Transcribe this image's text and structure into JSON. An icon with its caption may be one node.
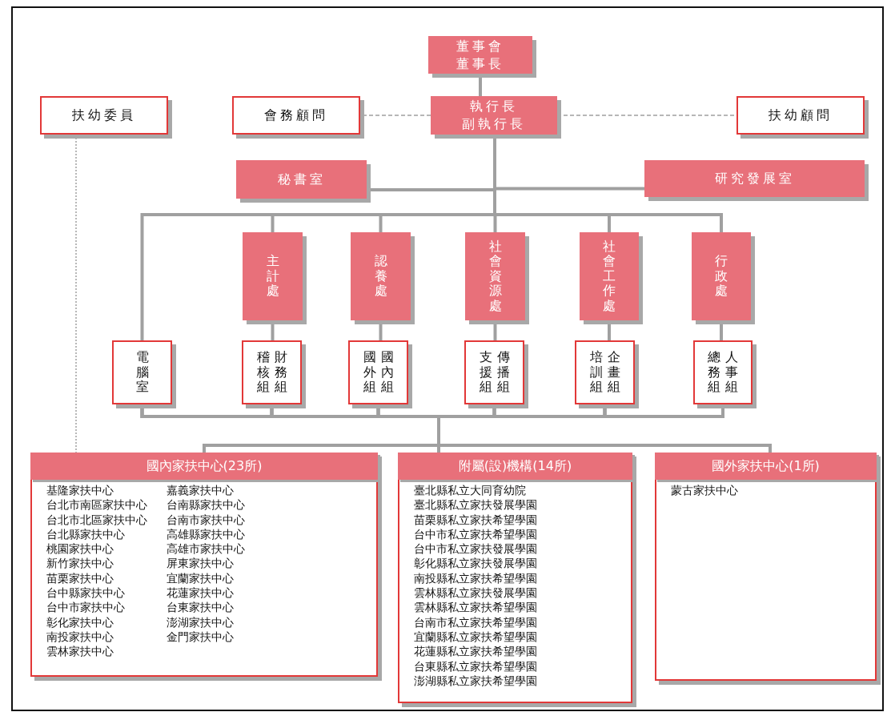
{
  "diagram": {
    "nodes": [
      {
        "text": [
          "董事會",
          "董事長"
        ]
      },
      {
        "text": [
          "扶幼委員"
        ]
      },
      {
        "text": [
          "會務顧問"
        ]
      },
      {
        "text": [
          "執行長",
          "副執行長"
        ]
      },
      {
        "text": [
          "扶幼顧問"
        ]
      },
      {
        "text": [
          "秘書室"
        ]
      },
      {
        "text": [
          "研究發展室"
        ]
      },
      {
        "text": [
          "主計處"
        ]
      },
      {
        "text": [
          "認養處"
        ]
      },
      {
        "text": [
          "社會資源處"
        ]
      },
      {
        "text": [
          "社會工作處"
        ]
      },
      {
        "text": [
          "行政處"
        ]
      },
      {
        "text": [
          "電腦室"
        ]
      },
      {
        "text": [
          "稽核組",
          "財務組"
        ]
      },
      {
        "text": [
          "國外組",
          "國內組"
        ]
      },
      {
        "text": [
          "支援組",
          "傳播組"
        ]
      },
      {
        "text": [
          "培訓組",
          "企畫組"
        ]
      },
      {
        "text": [
          "總務組",
          "人事組"
        ]
      },
      {
        "text": [
          "國內家扶中心(23所)",
          "基隆家扶中心",
          "台北市南區家扶中心",
          "台北市北區家扶中心",
          "台北縣家扶中心",
          "桃園家扶中心",
          "新竹家扶中心",
          "苗栗家扶中心",
          "台中縣家扶中心",
          "台中市家扶中心",
          "彰化家扶中心",
          "南投家扶中心",
          "雲林家扶中心",
          "嘉義家扶中心",
          "台南縣家扶中心",
          "台南市家扶中心",
          "高雄縣家扶中心",
          "高雄市家扶中心",
          "屏東家扶中心",
          "宜蘭家扶中心",
          "花蓮家扶中心",
          "台東家扶中心",
          "澎湖家扶中心",
          "金門家扶中心"
        ]
      },
      {
        "text": [
          "附屬(設)機構(14所)",
          "臺北縣私立大同育幼院",
          "臺北縣私立家扶發展學園",
          "苗栗縣私立家扶希望學園",
          "台中市私立家扶希望學園",
          "台中市私立家扶發展學園",
          "彰化縣私立家扶發展學園",
          "南投縣私立家扶希望學園",
          "雲林縣私立家扶發展學園",
          "雲林縣私立家扶希望學園",
          "台南市私立家扶希望學園",
          "宜蘭縣私立家扶希望學園",
          "花蓮縣私立家扶希望學園",
          "台東縣私立家扶希望學園",
          "澎湖縣私立家扶希望學園"
        ]
      },
      {
        "text": [
          "國外家扶中心(1所)",
          "蒙古家扶中心"
        ]
      }
    ],
    "edges": [
      {
        "from": 0,
        "to": 3,
        "arrow": "none"
      },
      {
        "from": 3,
        "to": 2,
        "arrow": "none",
        "style": "dashed"
      },
      {
        "from": 3,
        "to": 4,
        "arrow": "none",
        "style": "dashed"
      },
      {
        "from": 3,
        "to": 5,
        "arrow": "none"
      },
      {
        "from": 3,
        "to": 6,
        "arrow": "none"
      },
      {
        "from": 3,
        "to": 12,
        "arrow": "none"
      },
      {
        "from": 3,
        "to": 7,
        "arrow": "none"
      },
      {
        "from": 3,
        "to": 8,
        "arrow": "none"
      },
      {
        "from": 3,
        "to": 9,
        "arrow": "none"
      },
      {
        "from": 3,
        "to": 10,
        "arrow": "none"
      },
      {
        "from": 3,
        "to": 11,
        "arrow": "none"
      },
      {
        "from": 7,
        "to": 13,
        "arrow": "none"
      },
      {
        "from": 8,
        "to": 14,
        "arrow": "none"
      },
      {
        "from": 9,
        "to": 15,
        "arrow": "none"
      },
      {
        "from": 10,
        "to": 16,
        "arrow": "none"
      },
      {
        "from": 11,
        "to": 17,
        "arrow": "none"
      },
      {
        "from": 12,
        "to": 18,
        "arrow": "none"
      },
      {
        "from": 12,
        "to": 19,
        "arrow": "none"
      },
      {
        "from": 12,
        "to": 20,
        "arrow": "none"
      },
      {
        "from": 13,
        "to": 18,
        "arrow": "none"
      },
      {
        "from": 13,
        "to": 19,
        "arrow": "none"
      },
      {
        "from": 13,
        "to": 20,
        "arrow": "none"
      },
      {
        "from": 14,
        "to": 18,
        "arrow": "none"
      },
      {
        "from": 14,
        "to": 19,
        "arrow": "none"
      },
      {
        "from": 14,
        "to": 20,
        "arrow": "none"
      },
      {
        "from": 15,
        "to": 18,
        "arrow": "none"
      },
      {
        "from": 15,
        "to": 19,
        "arrow": "none"
      },
      {
        "from": 15,
        "to": 20,
        "arrow": "none"
      },
      {
        "from": 16,
        "to": 18,
        "arrow": "none"
      },
      {
        "from": 16,
        "to": 19,
        "arrow": "none"
      },
      {
        "from": 16,
        "to": 20,
        "arrow": "none"
      },
      {
        "from": 17,
        "to": 18,
        "arrow": "none"
      },
      {
        "from": 17,
        "to": 19,
        "arrow": "none"
      },
      {
        "from": 17,
        "to": 20,
        "arrow": "none"
      },
      {
        "from": 1,
        "to": 18,
        "arrow": "none",
        "style": "dashed"
      }
    ]
  }
}
